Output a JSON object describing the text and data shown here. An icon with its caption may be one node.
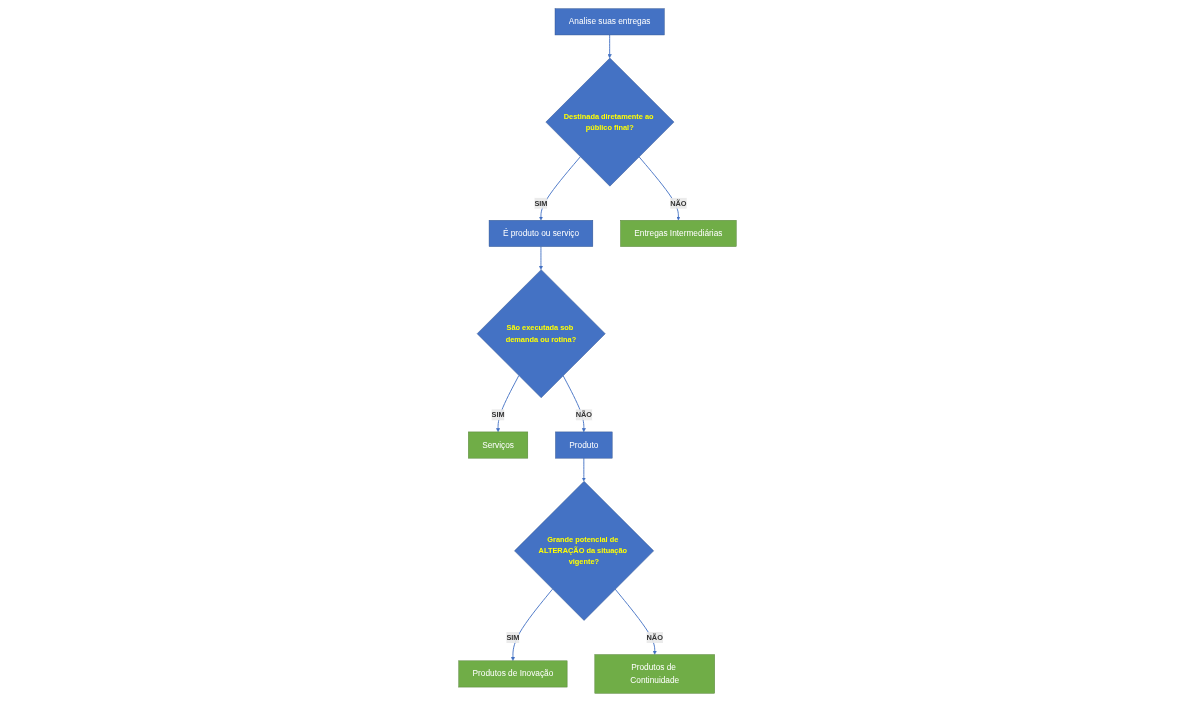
{
  "diagram": {
    "nodes": [
      {
        "text": [
          "Analise suas entregas"
        ]
      },
      {
        "text": [
          "Destinada diretamente ao público final?"
        ]
      },
      {
        "text": [
          "É produto ou serviço"
        ]
      },
      {
        "text": [
          "Entregas Intermediárias"
        ]
      },
      {
        "text": [
          "São executada sob demanda ou rotina?"
        ]
      },
      {
        "text": [
          "Serviços"
        ]
      },
      {
        "text": [
          "Produto"
        ]
      },
      {
        "text": [
          "Grande potencial de ALTERAÇÃO da situação vigente?"
        ]
      },
      {
        "text": [
          "Produtos de Inovação"
        ]
      },
      {
        "text": [
          "Produtos de Continuidade"
        ]
      }
    ],
    "edges": [
      {
        "from": 0,
        "to": 1,
        "arrow": "to"
      },
      {
        "from": 1,
        "to": 2,
        "label": "SIM",
        "arrow": "to"
      },
      {
        "from": 1,
        "to": 3,
        "label": "NÃO",
        "arrow": "to"
      },
      {
        "from": 2,
        "to": 4,
        "arrow": "to"
      },
      {
        "from": 4,
        "to": 5,
        "label": "SIM",
        "arrow": "to"
      },
      {
        "from": 4,
        "to": 6,
        "label": "NÃO",
        "arrow": "to"
      },
      {
        "from": 6,
        "to": 7,
        "arrow": "to"
      },
      {
        "from": 7,
        "to": 8,
        "label": "SIM",
        "arrow": "to"
      },
      {
        "from": 7,
        "to": 9,
        "label": "NÃO",
        "arrow": "to"
      }
    ]
  }
}
